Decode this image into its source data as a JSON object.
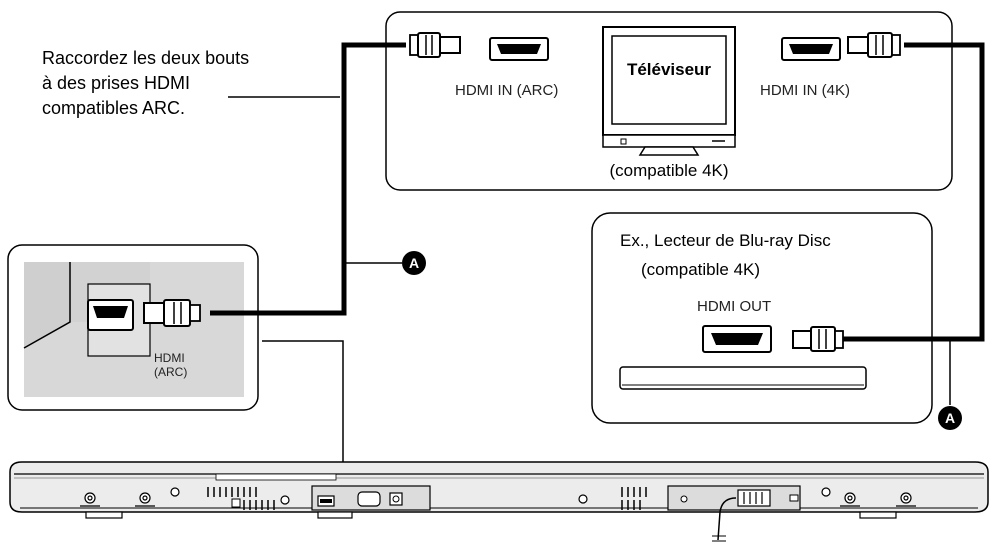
{
  "instruction": {
    "line1": "Raccordez les deux bouts",
    "line2": "à des prises HDMI",
    "line3": "compatibles ARC."
  },
  "tv": {
    "screen_label": "Téléviseur",
    "port_arc_label": "HDMI IN (ARC)",
    "port_4k_label": "HDMI IN (4K)",
    "compat_label": "(compatible 4K)"
  },
  "player": {
    "title": "Ex., Lecteur de Blu-ray Disc",
    "compat_label": "(compatible 4K)",
    "port_label": "HDMI OUT"
  },
  "soundbar": {
    "port_line1": "HDMI",
    "port_line2": "(ARC)"
  },
  "callouts": {
    "cable_marker": "A"
  },
  "colors": {
    "line": "#000000",
    "panel_gray": "#d8d8d8",
    "soundbar_fill": "#e9e9e9"
  }
}
